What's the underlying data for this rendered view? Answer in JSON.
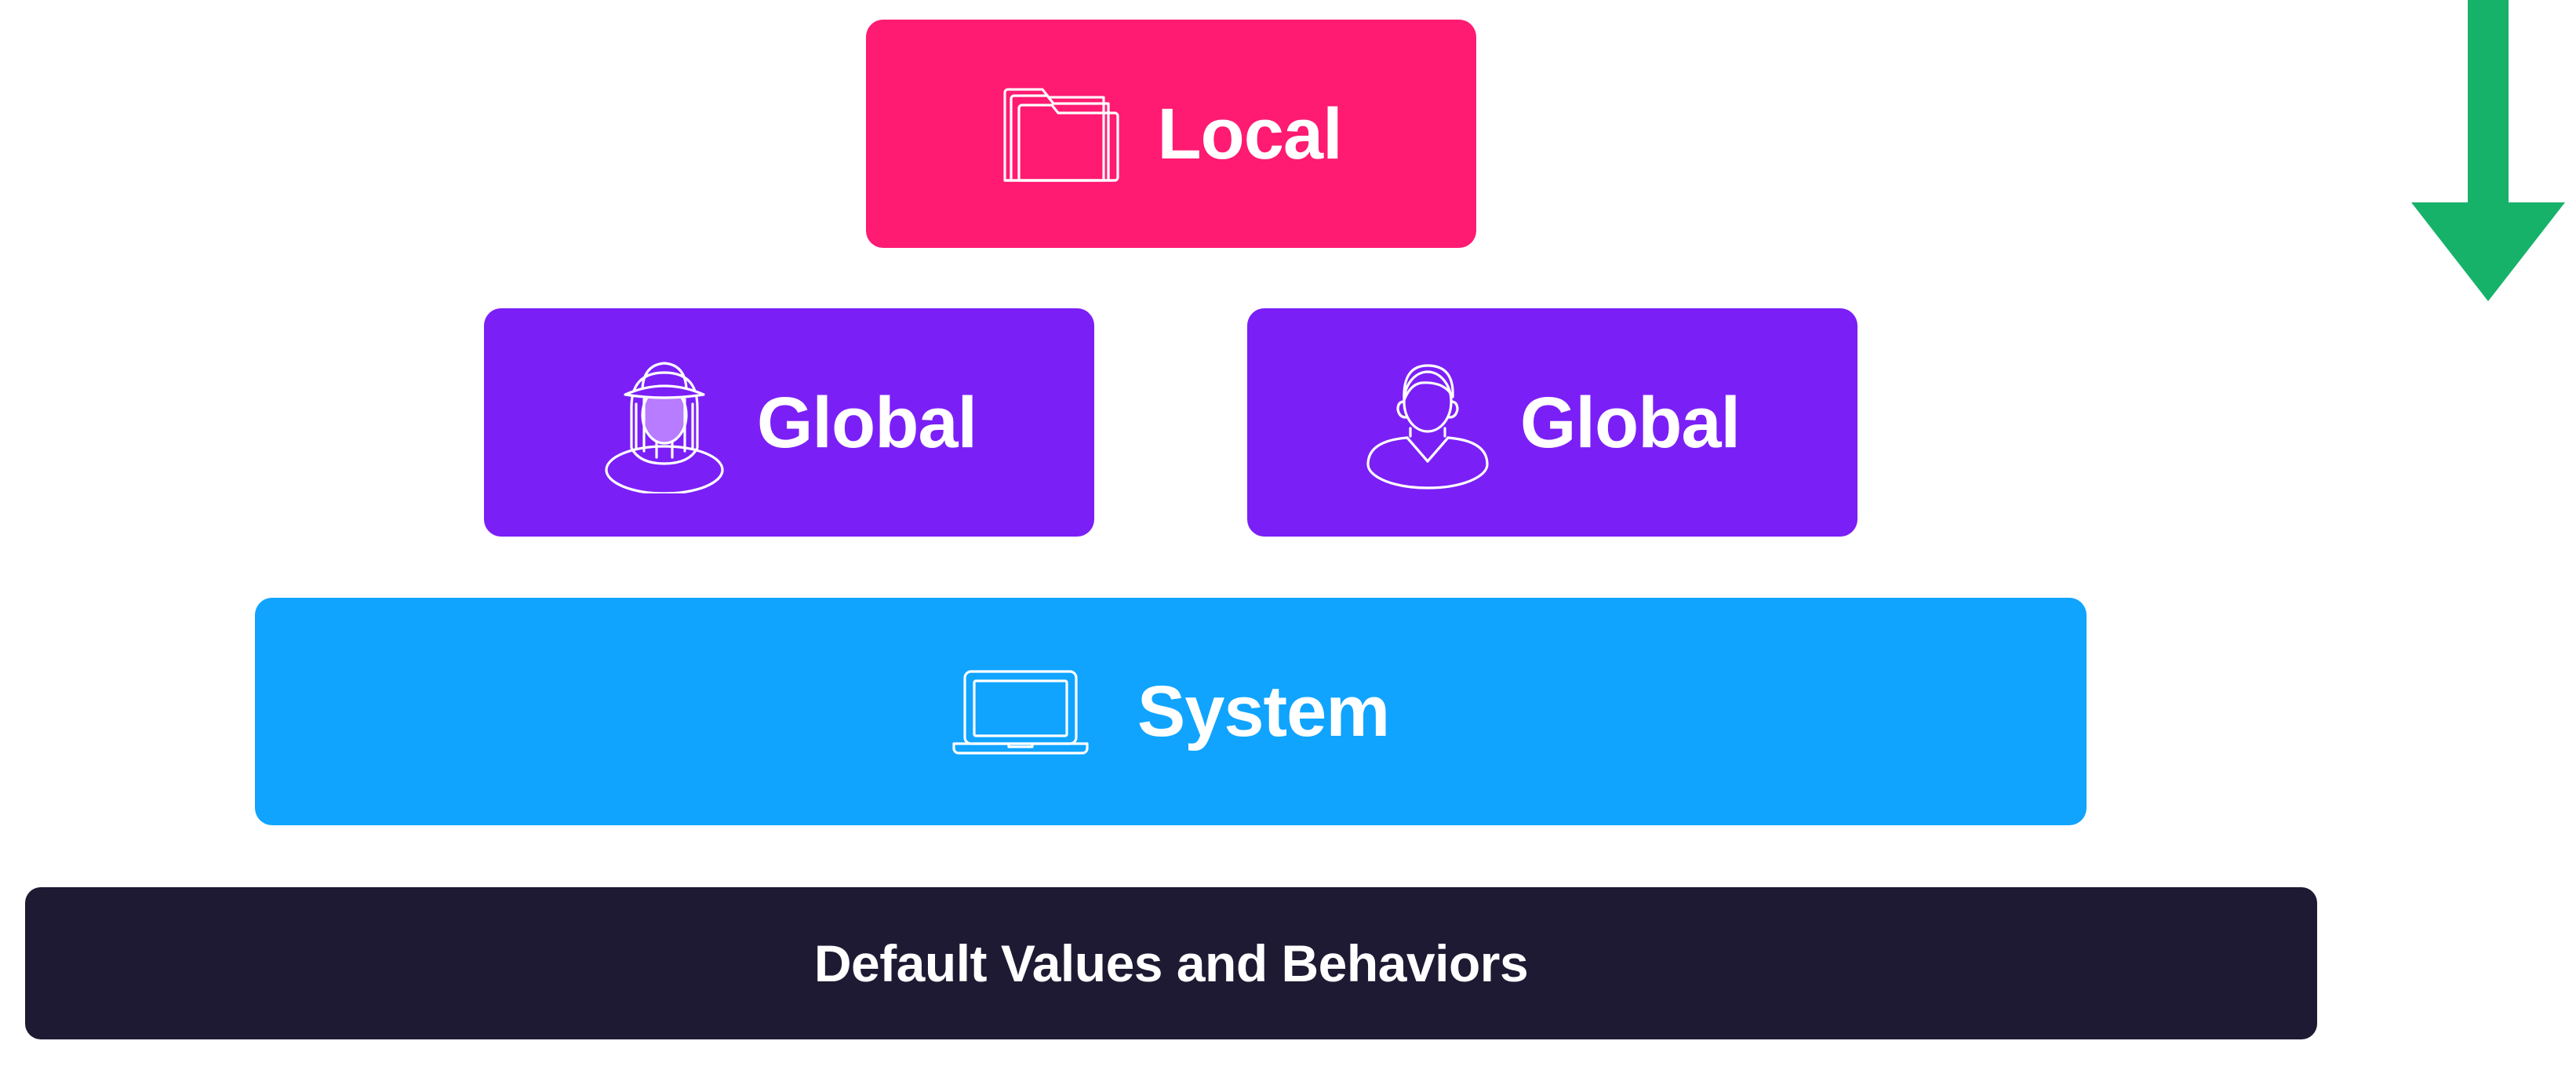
{
  "layers": {
    "local": {
      "label": "Local",
      "icon": "folder-stack-icon",
      "color": "#FF1A72"
    },
    "global_left": {
      "label": "Global",
      "icon": "user-female-icon",
      "color": "#7B1FF7"
    },
    "global_right": {
      "label": "Global",
      "icon": "user-male-icon",
      "color": "#7B1FF7"
    },
    "system": {
      "label": "System",
      "icon": "laptop-icon",
      "color": "#10A4FF"
    },
    "default": {
      "label": "Default Values and Behaviors",
      "color": "#1E1A33"
    }
  },
  "arrow": {
    "icon": "arrow-down-icon",
    "color": "#17B26A"
  }
}
